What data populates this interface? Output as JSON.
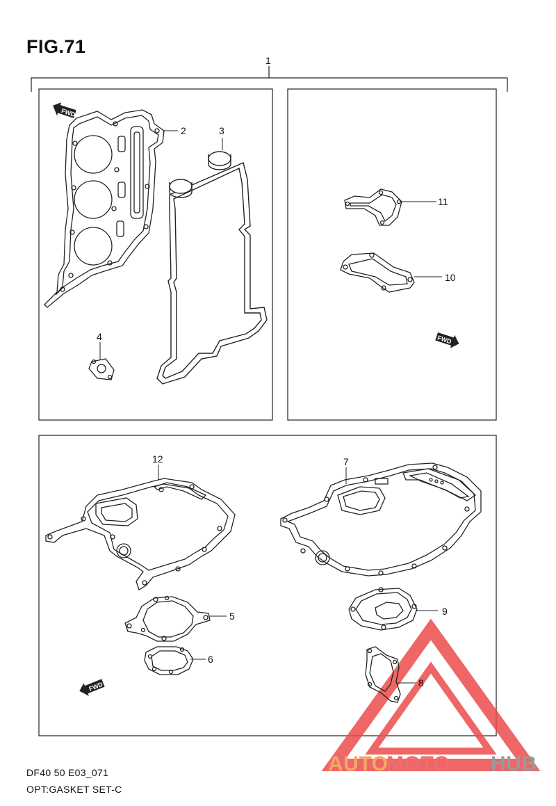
{
  "figure": {
    "title": "FIG.71"
  },
  "callouts": {
    "set": "1",
    "p2": "2",
    "p3": "3",
    "p4": "4",
    "p5": "5",
    "p6": "6",
    "p7": "7",
    "p8": "8",
    "p9": "9",
    "p10": "10",
    "p11": "11",
    "p12": "12"
  },
  "direction_label": "FWD",
  "footer": {
    "code": "DF40 50 E03_071",
    "name": "OPT:GASKET SET-C"
  },
  "watermark": {
    "part1": "AUTO",
    "part2": "MOTO",
    "part3": "HUB",
    "colors": {
      "auto": "#f0a868",
      "moto": "#ee6e6e",
      "hub": "#9a9a9a",
      "triangle": "#ec4c4c"
    }
  }
}
